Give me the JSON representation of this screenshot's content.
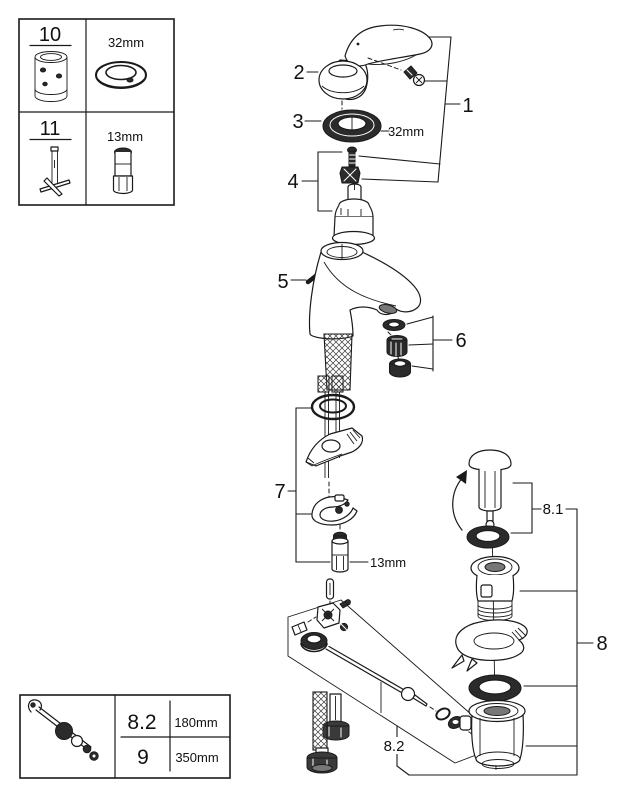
{
  "legend_top": {
    "part10_number": "10",
    "part10_size": "32mm",
    "part11_number": "11",
    "part11_size": "13mm"
  },
  "callouts": {
    "c1": "1",
    "c2": "2",
    "c3": "3",
    "c4": "4",
    "c5": "5",
    "c6": "6",
    "c7": "7",
    "c8": "8",
    "c8_1": "8.1",
    "c8_2": "8.2"
  },
  "dimensions": {
    "ring_size": "32mm",
    "nut_size": "13mm"
  },
  "legend_bottom": {
    "rows": [
      {
        "part": "8.2",
        "length": "180mm"
      },
      {
        "part": "9",
        "length": "350mm"
      }
    ]
  },
  "colors": {
    "line": "#1a1a1a",
    "dark_fill": "#2b2b2b",
    "background": "#ffffff"
  }
}
